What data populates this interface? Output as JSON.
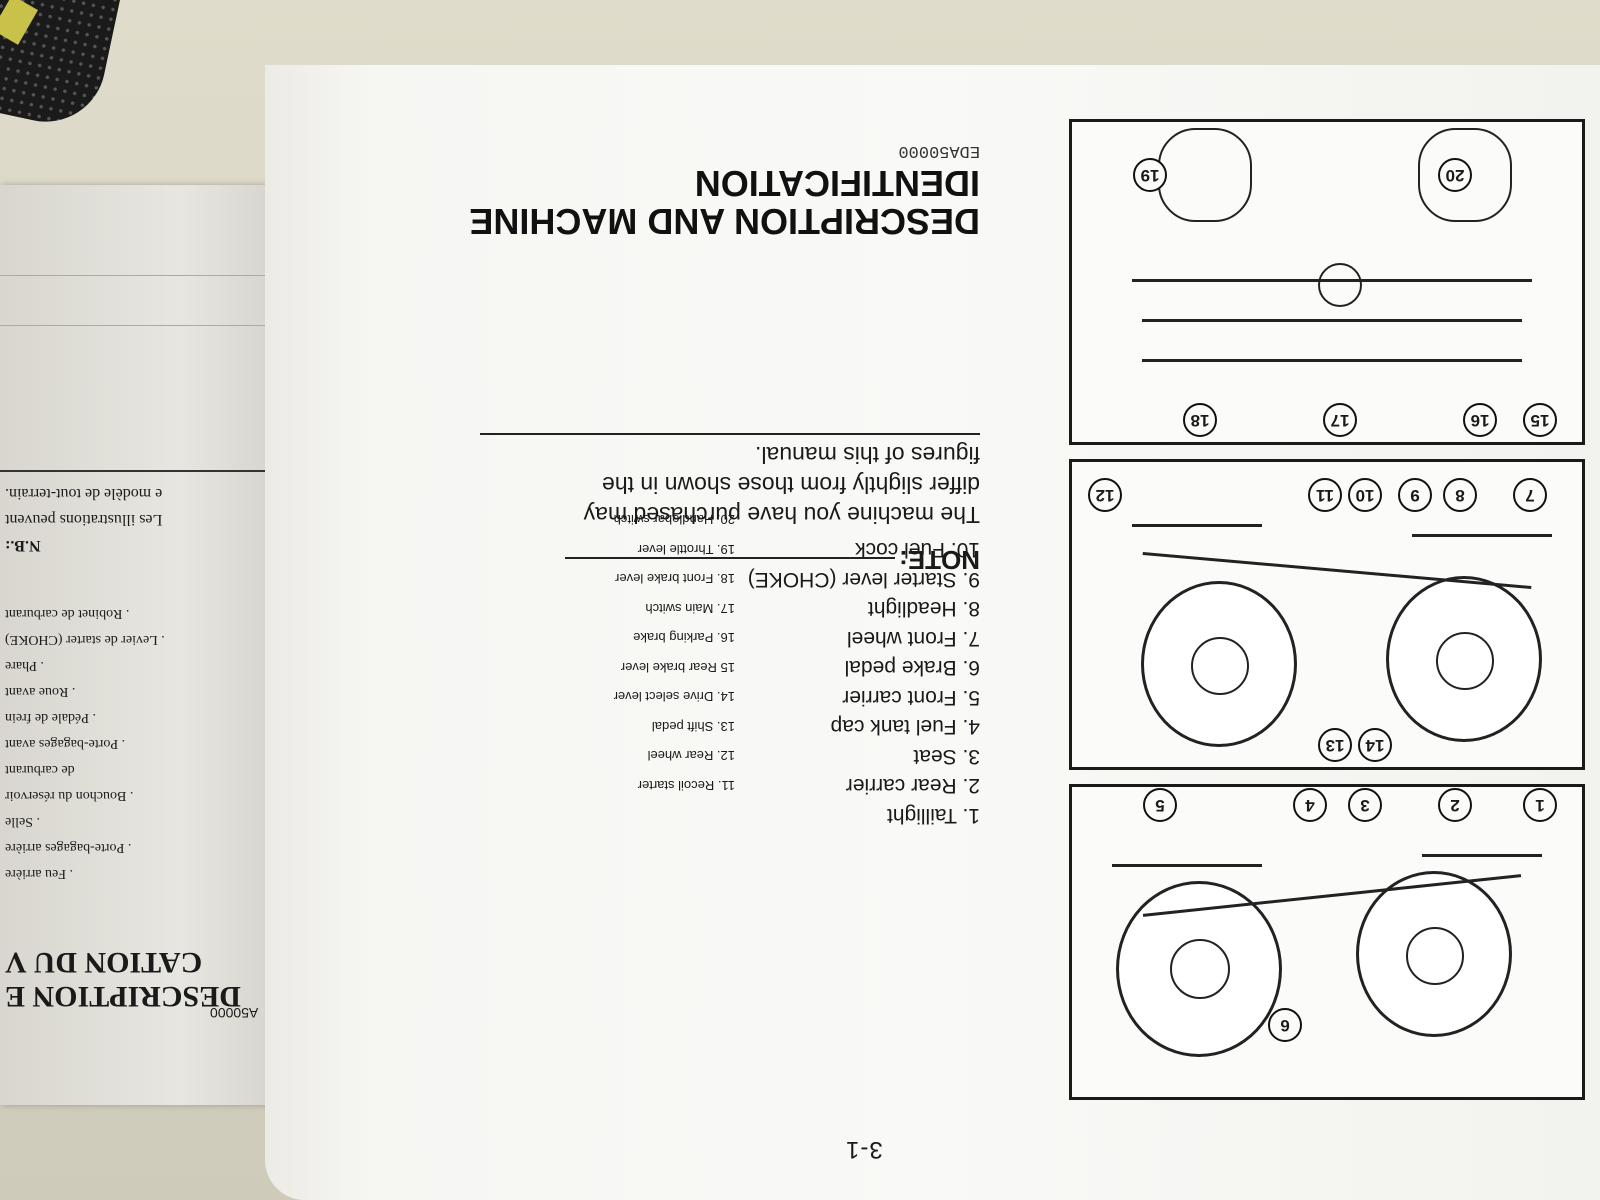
{
  "page": {
    "doc_code": "EDA50000",
    "title_line1": "DESCRIPTION AND MACHINE",
    "title_line2": "IDENTIFICATION",
    "page_number": "3-1",
    "parts": [
      "1. Taillight",
      "2. Rear carrier",
      "3. Seat",
      "4. Fuel tank cap",
      "5. Front carrier",
      "6. Brake pedal",
      "7. Front wheel",
      "8. Headlight",
      "9. Starter lever (CHOKE)",
      "10. Fuel cock"
    ],
    "parts_col2": [
      "11. Recoil starter",
      "12. Rear wheel",
      "13. Shift pedal",
      "14. Drive select lever",
      "15 Rear brake lever",
      "16. Parking brake",
      "17. Main switch",
      "18. Front brake lever",
      "19. Throttle lever",
      "20. Handlebar switch"
    ],
    "note_title": "NOTE:",
    "note_text": "The machine you have purchased may differ slightly from those shown in the figures of this manual."
  },
  "left_page": {
    "title_fragment_1": "DESCRIPTION E",
    "title_fragment_2": "CATION DU V",
    "code_fragment": "A50000",
    "french_parts": [
      ". Feu arrière",
      ". Porte-bagages arrière",
      ". Selle",
      ". Bouchon du réservoir",
      "de carburant",
      ". Porte-bagages avant",
      ". Pédale de frein",
      ". Roue avant",
      ". Phare",
      ". Levier de starter (CHOKE)",
      ". Robinet de carburant"
    ],
    "french_note_1": "N.B.:",
    "french_note_2": "Les illustrations peuvent",
    "french_note_3": "e modèle de tout-terrain."
  },
  "figures": {
    "fig1_callouts": [
      "1",
      "2",
      "3",
      "4",
      "5",
      "6"
    ],
    "fig2_callouts": [
      "7",
      "8",
      "9",
      "10",
      "11",
      "12",
      "13",
      "14"
    ],
    "fig3_callouts": [
      "15",
      "16",
      "17",
      "18",
      "19",
      "20"
    ]
  }
}
